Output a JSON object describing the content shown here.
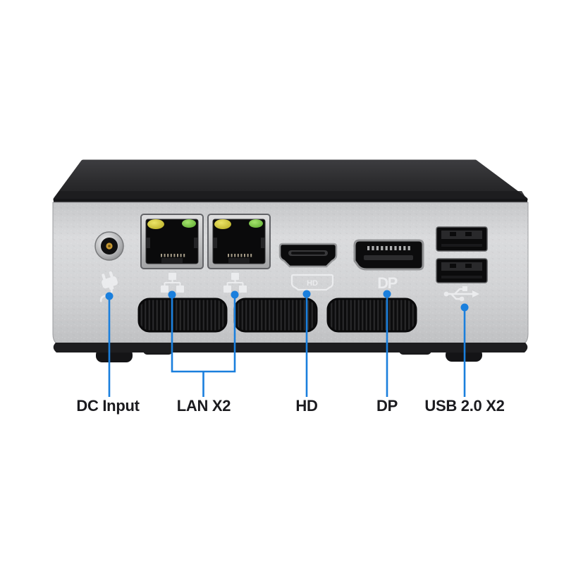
{
  "page": {
    "background": "#ffffff",
    "description": "Annotated rear-panel photo of a mini PC showing its ports"
  },
  "colors": {
    "callout_blue": "#1a7fdd",
    "label_text": "#1b1b1f",
    "lid_dark": "#2c2c2e",
    "body_silver": "#d3d4d6",
    "vent_black": "#0e0e0f",
    "led_yellow": "#cdc22e",
    "led_green": "#79c340",
    "icon_white": "#f1f2f4",
    "dc_pin_gold": "#c69833"
  },
  "ports": {
    "dc": {
      "label": "DC Input",
      "icon": "power-plug-icon"
    },
    "lan": {
      "label": "LAN X2",
      "icon": "ethernet-icon",
      "port_count": 2,
      "led_colors": [
        "yellow",
        "green"
      ]
    },
    "hdmi": {
      "label": "HD",
      "icon": "hdmi-icon",
      "icon_text": "HD"
    },
    "dp": {
      "label": "DP",
      "icon": "displayport-icon",
      "icon_text": "DP"
    },
    "usb": {
      "label": "USB 2.0 X2",
      "icon": "usb-icon",
      "port_count": 2
    }
  }
}
